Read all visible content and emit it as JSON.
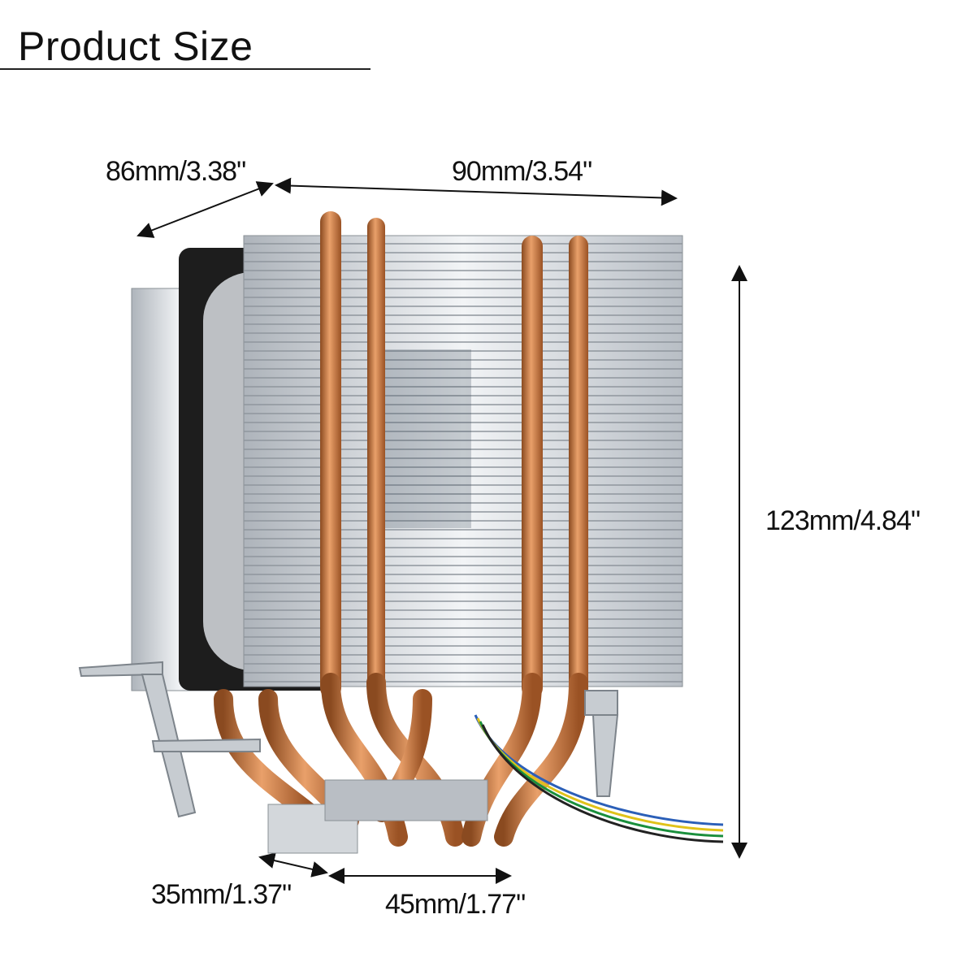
{
  "page": {
    "title": "Product Size"
  },
  "dimensions": {
    "width": "86mm/3.38\"",
    "length": "90mm/3.54\"",
    "height": "123mm/4.84\"",
    "base_depth": "35mm/1.37\"",
    "base_width": "45mm/1.77\""
  },
  "colors": {
    "copper": "#c8743a",
    "fin": "#cfd3d8",
    "fan": "#222222",
    "line": "#111111"
  },
  "icons": {
    "product": "cpu-cooler-illustration"
  }
}
